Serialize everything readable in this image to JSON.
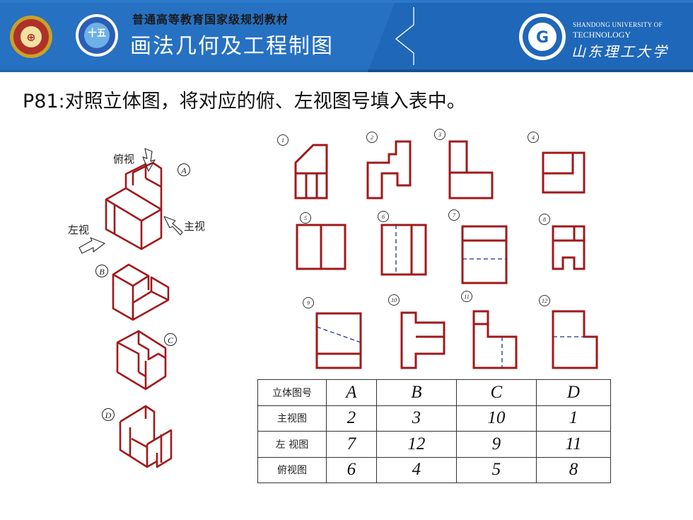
{
  "header": {
    "series_title": "普通高等教育国家级规划教材",
    "book_title": "画法几何及工程制图",
    "logo2_text": "十五",
    "university_en_line1": "SHANDONG UNIVERSITY OF",
    "university_en_line2": "TECHNOLOGY",
    "university_cn": "山东理工大学"
  },
  "title": "P81:对照立体图，将对应的俯、左视图号填入表中。",
  "iso": {
    "label_top_view": "俯视",
    "label_left_view": "左视",
    "label_front_view": "主视",
    "labels": [
      "A",
      "B",
      "C",
      "D"
    ]
  },
  "view_numbers": [
    "1",
    "2",
    "3",
    "4",
    "5",
    "6",
    "7",
    "8",
    "9",
    "10",
    "11",
    "12"
  ],
  "table": {
    "header_label": "立体图号",
    "columns": [
      "A",
      "B",
      "C",
      "D"
    ],
    "rows": [
      {
        "label": "主视图",
        "values": [
          "2",
          "3",
          "10",
          "1"
        ]
      },
      {
        "label": "左 视图",
        "values": [
          "7",
          "12",
          "9",
          "11"
        ]
      },
      {
        "label": "俯视图",
        "values": [
          "6",
          "4",
          "5",
          "8"
        ]
      }
    ]
  },
  "colors": {
    "header_bg": "#1f67b8",
    "line": "#a0191b",
    "hidden_line": "#1f2f8f"
  }
}
